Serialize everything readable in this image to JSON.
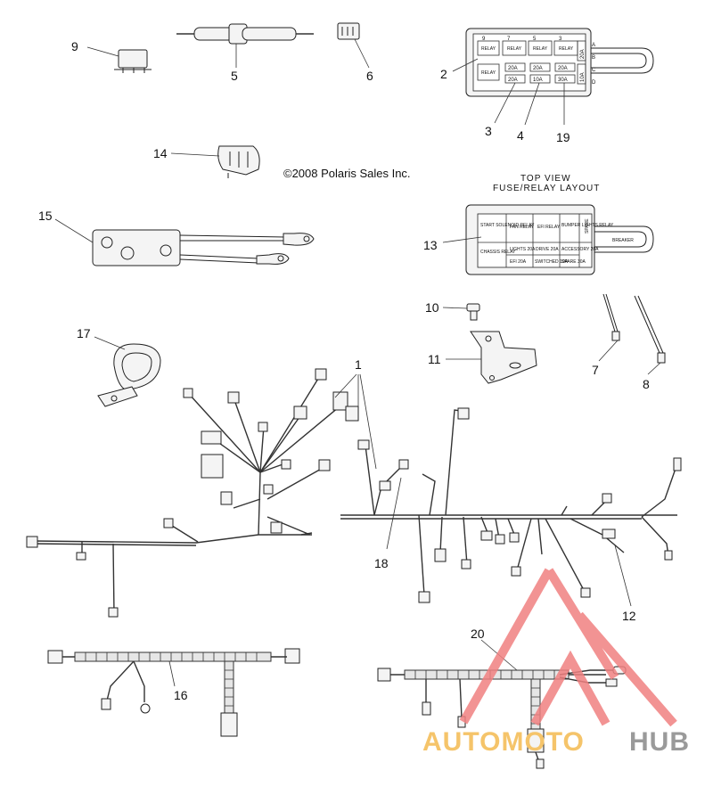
{
  "copyright": "©2008 Polaris Sales Inc.",
  "layout_heading": {
    "line1": "TOP VIEW",
    "line2": "FUSE/RELAY LAYOUT"
  },
  "callouts": [
    "1",
    "2",
    "3",
    "4",
    "5",
    "6",
    "7",
    "8",
    "9",
    "10",
    "11",
    "12",
    "13",
    "14",
    "15",
    "16",
    "17",
    "18",
    "19",
    "20"
  ],
  "fuse_box_top": {
    "relay_label": "RELAY",
    "slot_numbers": [
      "9",
      "7",
      "5",
      "3"
    ],
    "fuse_ratings_row1": [
      "20A",
      "20A",
      "20A"
    ],
    "fuse_ratings_row2": [
      "20A",
      "10A",
      "30A"
    ],
    "side_ratings": [
      "20A",
      "10A"
    ],
    "side_letters": [
      "A",
      "B",
      "C",
      "D"
    ]
  },
  "fuse_box_layout": {
    "cells": [
      "START SOLENOID RELAY",
      "FAN RELAY",
      "EFI RELAY",
      "BUMPER LIGHTS RELAY",
      "CHASSIS RELAY",
      "LIGHTS 20A",
      "DRIVE 20A",
      "ACCESSORY 20A",
      "EFI 20A",
      "SWITCHED 10A",
      "SPARE 30A",
      "SPARE"
    ],
    "tab_label": "BREAKER"
  },
  "watermark": {
    "part1": "AUTOMOTO",
    "part2": "HUB",
    "color_primary": "#f08080",
    "color_text1": "#f5c46a",
    "color_text2": "#9a9a9a"
  }
}
